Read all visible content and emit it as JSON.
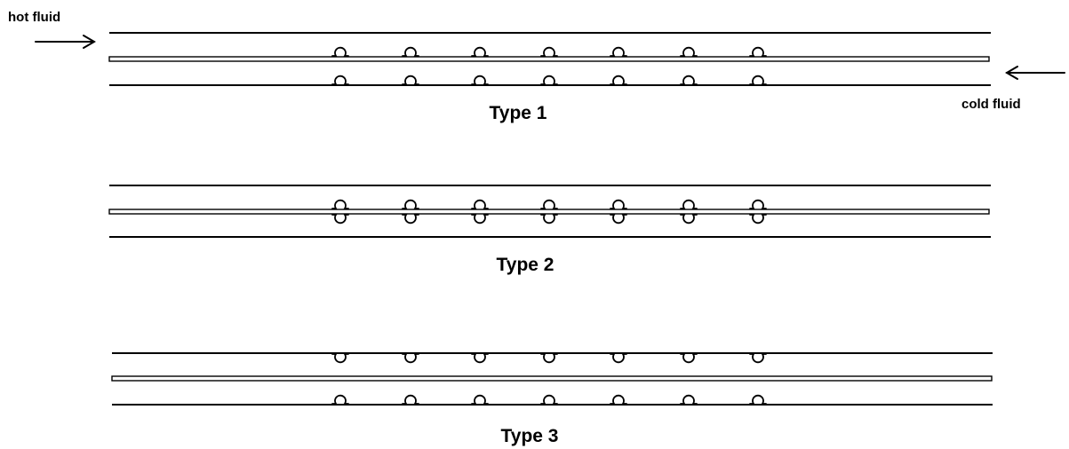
{
  "labels": {
    "hot_fluid": "hot fluid",
    "cold_fluid": "cold fluid"
  },
  "diagrams": [
    {
      "id": "type1",
      "title": "Type 1",
      "dimple_pattern": "offset: upper-channel dimples below wall A, lower-channel dimples below wall B",
      "dimple_count": 7
    },
    {
      "id": "type2",
      "title": "Type 2",
      "dimple_pattern": "symmetric: dimples on both faces of the plate",
      "dimple_count": 7
    },
    {
      "id": "type3",
      "title": "Type 3",
      "dimple_pattern": "outer walls: hanging from top wall, sitting on bottom wall",
      "dimple_count": 7
    }
  ],
  "colors": {
    "line": "#000000",
    "background": "#ffffff"
  }
}
